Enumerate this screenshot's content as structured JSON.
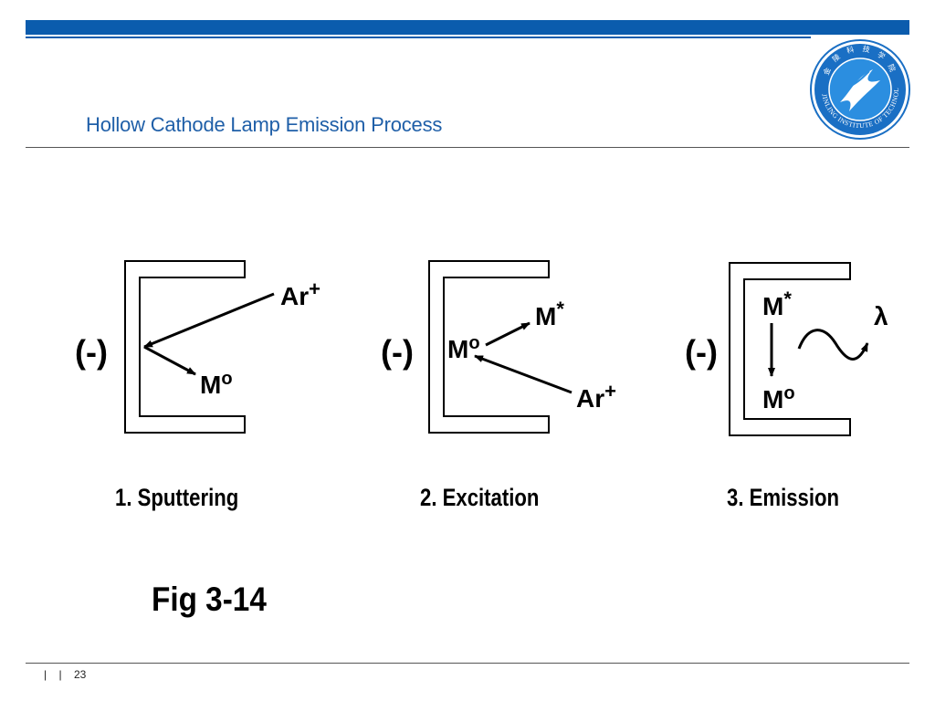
{
  "slide": {
    "title": "Hollow Cathode Lamp Emission Process",
    "figure_label": "Fig 3-14",
    "logo_text": "JINLING INSTITUTE OF TECHNOLOGY",
    "logo_chinese": "金 陵 科 技 学 院"
  },
  "panels": [
    {
      "caption": "1.  Sputtering",
      "charge": "(-)",
      "labels": {
        "ion": "Ar",
        "ion_sup": "+",
        "atom": "M",
        "atom_sup": "o"
      }
    },
    {
      "caption": "2.  Excitation",
      "charge": "(-)",
      "labels": {
        "ground": "M",
        "ground_sup": "o",
        "excited": "M",
        "excited_sup": "*",
        "ion": "Ar",
        "ion_sup": "+"
      }
    },
    {
      "caption": "3.  Emission",
      "charge": "(-)",
      "labels": {
        "excited": "M",
        "excited_sup": "*",
        "ground": "M",
        "ground_sup": "o",
        "wavelength": "λ"
      }
    }
  ],
  "footer": {
    "sep1": "|",
    "sep2": "|",
    "page_number": "23"
  },
  "colors": {
    "brand_blue": "#0b5cad",
    "title_blue": "#1f5fa8"
  }
}
